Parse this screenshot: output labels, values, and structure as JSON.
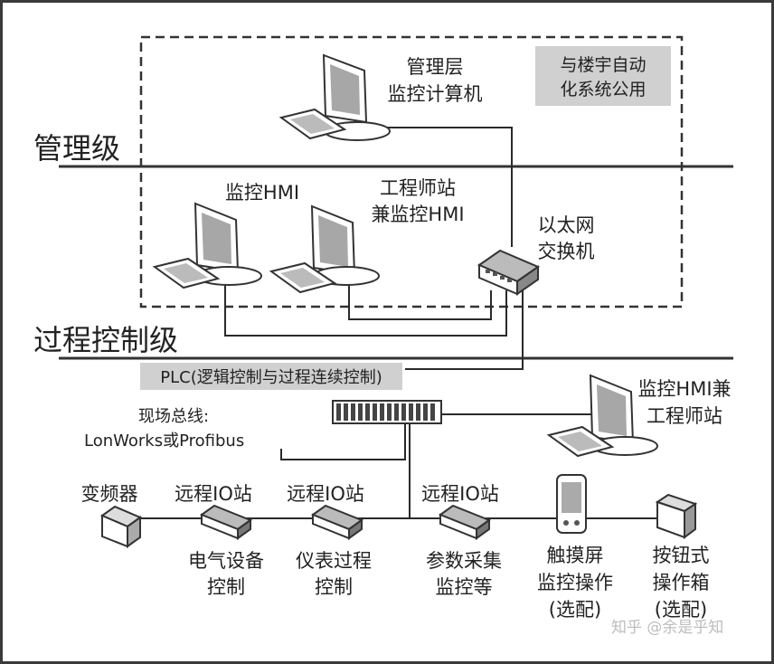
{
  "levels": {
    "management": "管理级",
    "process": "过程控制级"
  },
  "shared_note": [
    "与楼宇自动",
    "化系统公用"
  ],
  "nodes": {
    "mgmt_computer": [
      "管理层",
      "监控计算机"
    ],
    "hmi": "监控HMI",
    "eng_station": [
      "工程师站",
      "兼监控HMI"
    ],
    "switch": [
      "以太网",
      "交换机"
    ],
    "plc": "PLC(逻辑控制与过程连续控制)",
    "hmi_eng_right": [
      "监控HMI兼",
      "工程师站"
    ],
    "fieldbus": [
      "现场总线:",
      "LonWorks或Profibus"
    ],
    "vfd": "变频器",
    "rio1": "远程IO站",
    "rio1_desc": [
      "电气设备",
      "控制"
    ],
    "rio2": "远程IO站",
    "rio2_desc": [
      "仪表过程",
      "控制"
    ],
    "rio3": "远程IO站",
    "rio3_desc": [
      "参数采集",
      "监控等"
    ],
    "touch": [
      "触摸屏",
      "监控操作",
      "(选配)"
    ],
    "button_box": [
      "按钮式",
      "操作箱",
      "(选配)"
    ]
  },
  "watermark": "知乎 @余是乎知",
  "colors": {
    "line": "#2a2a2a",
    "label_bg": "#d0d0d0",
    "monitor": "#9a9a9a"
  }
}
